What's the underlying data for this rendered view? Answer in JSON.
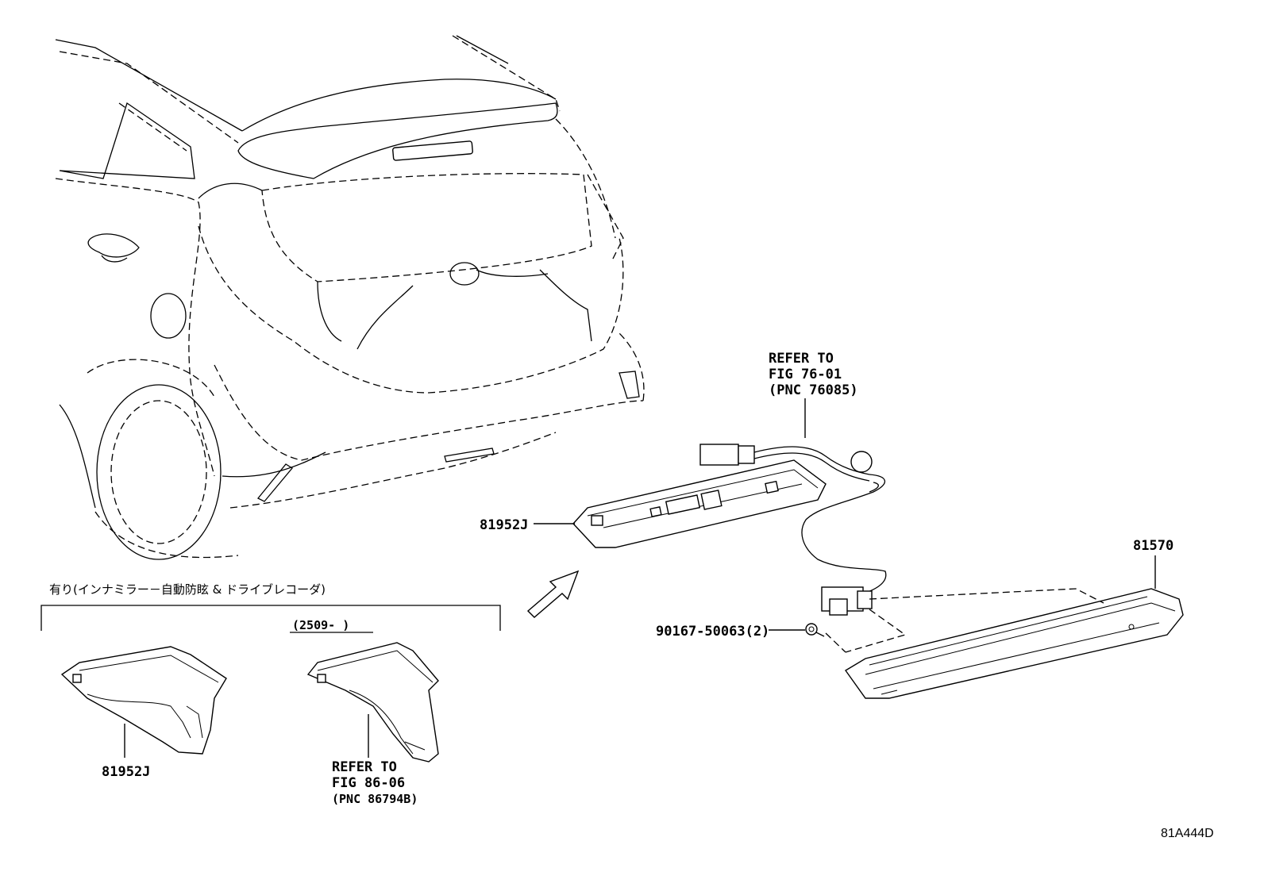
{
  "labels": {
    "part_81952j_top": "81952J",
    "part_81952j_bottom": "81952J",
    "part_81570": "81570",
    "part_90167": "90167-50063(2)",
    "refer_top": [
      "REFER TO",
      "FIG 76-01",
      "(PNC 76085)"
    ],
    "refer_bottom": [
      "REFER TO",
      "FIG 86-06",
      "(PNC 86794B)"
    ],
    "option_note": "有り(インナミラー－自動防眩 & ドライブレコーダ)",
    "date_range": "(2509-      )",
    "figure_id": "81A444D"
  }
}
